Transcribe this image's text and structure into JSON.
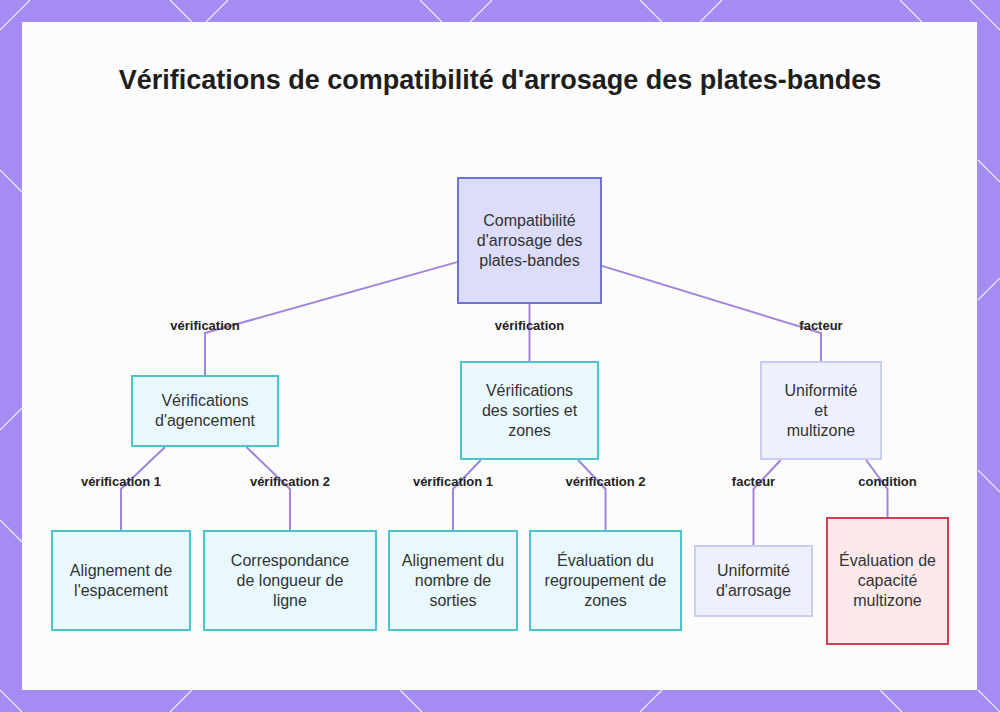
{
  "diagram": {
    "title": "Vérifications de compatibilité d'arrosage des plates-bandes",
    "nodes": [
      {
        "text": [
          "Compatibilité d'arrosage des plates-bandes"
        ]
      },
      {
        "text": [
          "Vérifications d'agencement"
        ]
      },
      {
        "text": [
          "Vérifications des sorties et zones"
        ]
      },
      {
        "text": [
          "Uniformité et multizone"
        ]
      },
      {
        "text": [
          "Alignement de l'espacement"
        ]
      },
      {
        "text": [
          "Correspondance de longueur de ligne"
        ]
      },
      {
        "text": [
          "Alignement du nombre de sorties"
        ]
      },
      {
        "text": [
          "Évaluation du regroupement de zones"
        ]
      },
      {
        "text": [
          "Uniformité d'arrosage"
        ]
      },
      {
        "text": [
          "Évaluation de capacité multizone"
        ]
      }
    ],
    "edges": [
      {
        "from": 0,
        "to": 1,
        "label": "vérification",
        "arrow": "none"
      },
      {
        "from": 0,
        "to": 2,
        "label": "vérification",
        "arrow": "none"
      },
      {
        "from": 0,
        "to": 3,
        "label": "facteur",
        "arrow": "none"
      },
      {
        "from": 1,
        "to": 4,
        "label": "vérification 1",
        "arrow": "none"
      },
      {
        "from": 1,
        "to": 5,
        "label": "vérification 2",
        "arrow": "none"
      },
      {
        "from": 2,
        "to": 6,
        "label": "vérification 1",
        "arrow": "none"
      },
      {
        "from": 2,
        "to": 7,
        "label": "vérification 2",
        "arrow": "none"
      },
      {
        "from": 3,
        "to": 8,
        "label": "facteur",
        "arrow": "none"
      },
      {
        "from": 3,
        "to": 9,
        "label": "condition",
        "arrow": "none"
      }
    ]
  }
}
